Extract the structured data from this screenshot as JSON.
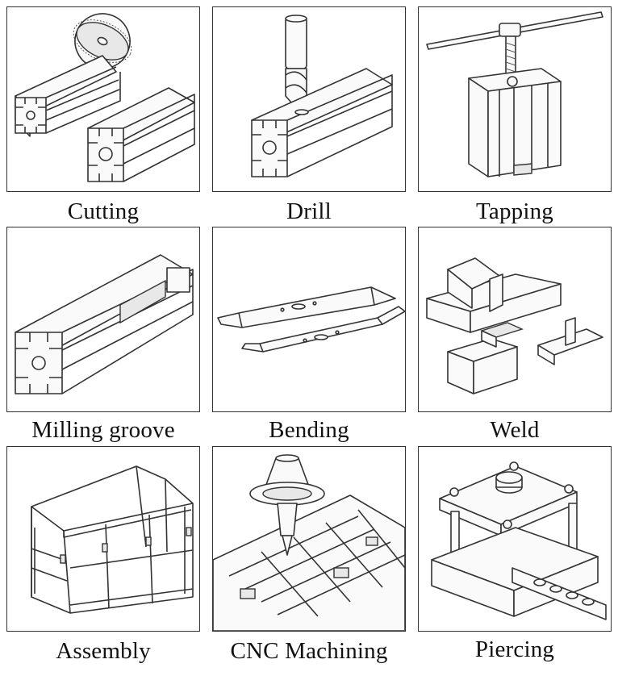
{
  "processes": [
    {
      "label": "Cutting",
      "icon": "cutting-saw-profile-icon"
    },
    {
      "label": "Drill",
      "icon": "drill-profile-icon"
    },
    {
      "label": "Tapping",
      "icon": "tapping-tool-icon"
    },
    {
      "label": "Milling groove",
      "icon": "milling-groove-profile-icon"
    },
    {
      "label": "Bending",
      "icon": "bent-plates-icon"
    },
    {
      "label": "Weld",
      "icon": "weld-blocks-icon"
    },
    {
      "label": "Assembly",
      "icon": "frame-assembly-icon"
    },
    {
      "label": "CNC  Machining",
      "icon": "cnc-machine-icon"
    },
    {
      "label": "Piercing",
      "icon": "piercing-die-icon"
    }
  ]
}
